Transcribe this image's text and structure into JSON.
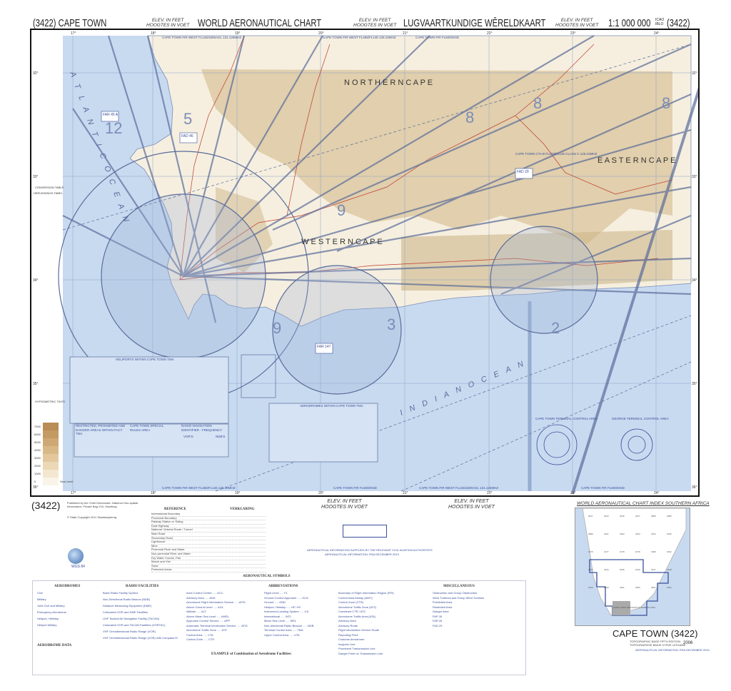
{
  "header": {
    "chart_number_left": "(3422) CAPE TOWN",
    "elev_label_1": "ELEV. IN FEET",
    "elev_label_2": "HOOGTES IN VOET",
    "title_en": "WORLD AERONAUTICAL CHART",
    "title_af": "LUGVAARTKUNDIGE WÊRELDKAART",
    "scale": "1:1 000 000",
    "icao": "ICAO IBLO",
    "chart_number_right": "(3422)"
  },
  "map": {
    "longitudes": [
      "17°",
      "18°",
      "19°",
      "20°",
      "21°",
      "22°",
      "23°",
      "24°"
    ],
    "latitudes": [
      "32°",
      "33°",
      "34°",
      "35°",
      "36°"
    ],
    "regions": [
      "N O R T H E R N   C A P E",
      "E A S T E R N   C A P E",
      "W E S T E R N   C A P E",
      "A T L A N T I C   O C E A N",
      "I N D I A N   O C E A N"
    ],
    "fir_top_1": "CAPE TOWN FIR WEST FL145/1500AGL 131.125MHZ",
    "fir_top_2": "CAPE TOWN FIR WEST FL465/FL145 125.10MHZ",
    "fir_top_3": "CAPE TOWN FIR FL600/GND",
    "fir_bottom_1": "CAPE TOWN FIR WEST FL460/FL145 125.10MHZ",
    "fir_bottom_2": "CAPE TOWN FIR FL600/GND",
    "fir_bottom_3": "CAPE TOWN FIR WEST FL145/1500AGL 131.125MHZ",
    "fir_bottom_4": "CAPE TOWN FIR FL600/GND",
    "cta_label": "CAPE TOWN CTA B FL200/FL145 CLASS C 125.10MHZ",
    "restricted_areas": [
      "FAR 45 A",
      "FAD 46",
      "FAD 29",
      "FAR 147"
    ],
    "grid_numbers": [
      "12",
      "5",
      "8",
      "8",
      "8",
      "9",
      "9",
      "3",
      "2"
    ],
    "conversion_table": "CONVERSION TABLE",
    "conversion_table_af": "HERLEIDINGS-TABEL",
    "hypsometric_tints": "HYPSOMETRIC TINTS",
    "sea_level": "Sea Level",
    "elevation_steps": [
      "7000",
      "6000",
      "5000",
      "4000",
      "3000",
      "2000",
      "1000",
      "0"
    ]
  },
  "insets": {
    "heliports_title": "HELIPORTS WITHIN CAPE TOWN TMA",
    "aerodromes_title": "AERODROMES WITHIN CAPE TOWN TMA",
    "restricted_title": "RESTRICTED, PROHIBITED AND DANGER AREAS WITHIN FACT TMA",
    "special_rules_title": "CAPE TOWN SPECIAL RULES AREA",
    "radio_nav_title": "RADIO NAVIGATION IDENTIFIER - FREQUENCY",
    "vor_label": "VOR'S",
    "ndb_label": "NDB'S",
    "cape_town_tca": "CAPE TOWN TERMINAL CONTROL AREA",
    "george_tca": "GEORGE TERMINAL CONTROL AREA"
  },
  "footer": {
    "chart_number": "(3422)",
    "copyright": "© State Copyright 2011 Staatskopiereg",
    "published_by": "Published by the Chief Directorate: National Geo-spatial Information, Private Bag X10, Mowbray.",
    "reference": "REFERENCE",
    "verklaring": "VERKLARING",
    "reference_items": [
      "International Boundary",
      "Provincial Boundary",
      "Railway Station or Siding",
      "Dual Highway",
      "National / Arterial Route / Tunnel",
      "Main Road",
      "Secondary Road",
      "Lighthouse",
      "Mine",
      "Perennial River and Water",
      "Non-perennial River and Water",
      "Dry Water Course, Pan",
      "Marsh and Vlei",
      "Sand",
      "Protected Areas"
    ],
    "aero_note": "AERONAUTICAL INFORMATION SUPPLIED BY THE RELEVANT CIVIL AVIATION AUTHORITIES",
    "aero_date": "AERONAUTICAL INFORMATION: RSA DECEMBER 2010",
    "wgs84": "WGS 84"
  },
  "symbols": {
    "title": "AERONAUTICAL SYMBOLS",
    "sections": [
      "AERODROMES",
      "RADIO FACILITIES",
      "ABBREVIATIONS",
      "MISCELLANEOUS"
    ],
    "aerodromes": [
      "Civil",
      "Military",
      "Joint Civil and Military",
      "Emergency Aerodrome",
      "Heliport, Helistop",
      "Heliport Military"
    ],
    "aerodrome_data": "AERODROME DATA",
    "radio": [
      "Basic Radio Facility Symbol",
      "Non-Directional Radio Beacon (NDB)",
      "Distance Measuring Equipment (DME)",
      "Collocated VOR and DME Facilities",
      "UHF Tactical Air Navigation Facility (TACAN)",
      "Collocated VOR and TACAN Facilities (VORTAC)",
      "VHF Omnidirectional Radio Range (VOR)",
      "VHF Omnidirectional Radio Range (VOR) with Compass Rose"
    ],
    "abbreviations": [
      "Area Control Centre ..... ACC",
      "Advisory Area ..... ADA",
      "Aerodrome Flight Information Service ..... AFIS",
      "Above Ground Level ..... AGL",
      "Altitude ..... ALT",
      "Above Mean Sea Level ..... AMSL",
      "Approach Control Service ..... APP",
      "Automatic Terminal Information Service ..... ATIS",
      "Aerodrome Traffic Zone ..... ATZ",
      "Control Area ..... CTA",
      "Control Zone ..... CTR",
      "Flight Level ..... FL",
      "Ground Control Approach ..... GCA",
      "Ground ..... GND",
      "Heliport, Helistop ..... HP, HS",
      "Instrument Landing System ..... ILS",
      "International ..... INTL",
      "Mean Sea Level ..... MSL",
      "Non-directional Radio Beacon ..... NDB",
      "Terminal Control Area ..... TMA",
      "Upper Control Area ..... UTA"
    ],
    "example_title": "EXAMPLE of Combination of Aerodrome Facilities:",
    "misc": [
      "Boundary of Flight Information Region (FIR)",
      "Control Area Airway (AWY)",
      "Control Zone (CTR)",
      "Aerodrome Traffic Zone (ATZ)",
      "Combined CTR / ATZ",
      "Aerodrome Traffic Area (ATA)",
      "Advisory Area",
      "Advisory Route",
      "Flight Information Service Route",
      "Reporting Point",
      "Customs Aerodrome",
      "Isogonic Line",
      "Prominent Transmission Line",
      "Danger Point on Transmission Line"
    ],
    "misc_right": [
      "Obstruction and Group Obstruction",
      "Wind Turbines and Group Wind Turbines",
      "Prohibited Area",
      "Restricted Area",
      "Danger Area"
    ],
    "area_tags": [
      "FAP 26",
      "FAR 28",
      "FAD 29"
    ]
  },
  "index": {
    "title": "WORLD AERONAUTICAL CHART INDEX  SOUTHERN AFRICA",
    "cells": [
      "2917",
      "3013",
      "3015",
      "2977",
      "2983",
      "2985",
      "2986",
      "3101",
      "3102",
      "3103",
      "3104",
      "3105",
      "3176",
      "3177",
      "3178",
      "3179",
      "3180",
      "3232",
      "3233",
      "3234",
      "3235",
      "3316",
      "3317",
      "3318",
      "3319",
      "3320",
      "3321",
      "3360",
      "3361",
      "3362"
    ],
    "current": "CAPE TOWN 3422",
    "neighbour": "PORT ELIZABETH 3423",
    "big_title": "CAPE TOWN (3422)",
    "topo_base": "TOPOGRAPHIC BASE   FIFTH EDITION",
    "topo_base_af": "TOPOGRAFIESE BASIS   VYFDE UITGAWE",
    "year": "2006",
    "aero_info": "AERONAUTICAL INFORMATION: RSA DECEMBER 2010"
  },
  "colors": {
    "ocean": "#c8daf0",
    "land": "#f6efdf",
    "relief": "#d9c49c",
    "airway": "#5a6c9a",
    "road": "#c0392b",
    "label": "#3a4f9a"
  }
}
